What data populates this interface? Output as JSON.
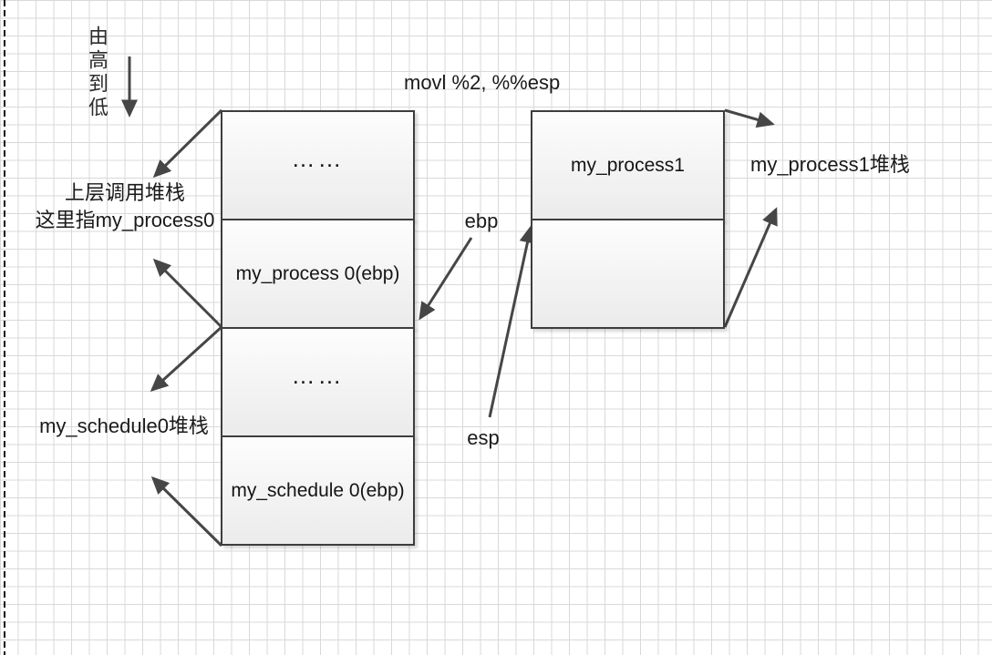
{
  "annotations": {
    "direction_label": "由高到低",
    "instruction": "movl %2, %%esp",
    "caller_stack_label_line1": "上层调用堆栈",
    "caller_stack_label_line2": "这里指my_process0",
    "schedule_stack_label": "my_schedule0堆栈",
    "process1_stack_label": "my_process1堆栈",
    "ebp_label": "ebp",
    "esp_label": "esp"
  },
  "left_stack": {
    "cells": [
      "……",
      "my_process 0(ebp)",
      "……",
      "my_schedule 0(ebp)"
    ]
  },
  "right_stack": {
    "cells": [
      "my_process1",
      ""
    ]
  },
  "colors": {
    "border": "#3d3d3d",
    "arrow": "#464646",
    "grid": "#d9d9d9",
    "cell-top": "#fdfdfd",
    "cell-bottom": "#ebebeb",
    "text": "#1a1a1a"
  }
}
